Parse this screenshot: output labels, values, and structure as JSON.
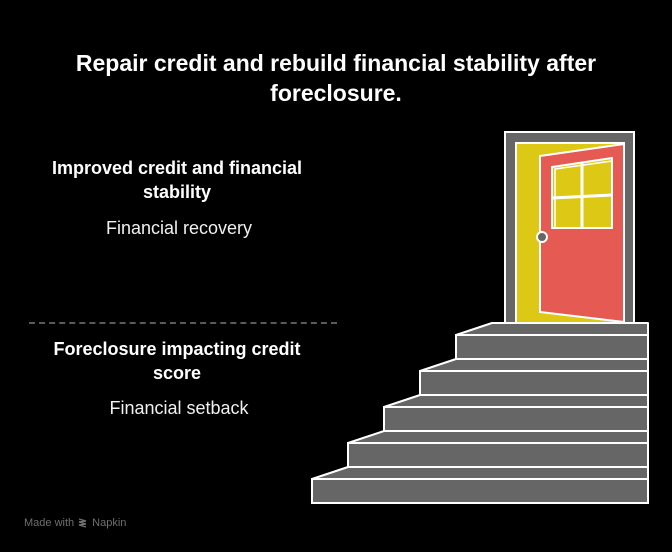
{
  "title": "Repair credit and rebuild financial stability after foreclosure.",
  "sections": [
    {
      "heading": "Improved credit and financial stability",
      "subtitle": "Financial recovery"
    },
    {
      "heading": "Foreclosure impacting credit score",
      "subtitle": "Financial setback"
    }
  ],
  "illustration": {
    "icons": [
      "open-door-icon",
      "staircase-icon"
    ],
    "stair_steps": 5,
    "colors": {
      "background": "#000000",
      "stairs": "#666666",
      "outline": "#ffffff",
      "door_frame": "#666666",
      "door_opening": "#ddc816",
      "door": "#e55a52",
      "window_glass": "#ddc816",
      "knob": "#666666"
    }
  },
  "footer": {
    "made_with": "Made with",
    "brand": "Napkin",
    "icon": "napkin-logo-icon"
  }
}
